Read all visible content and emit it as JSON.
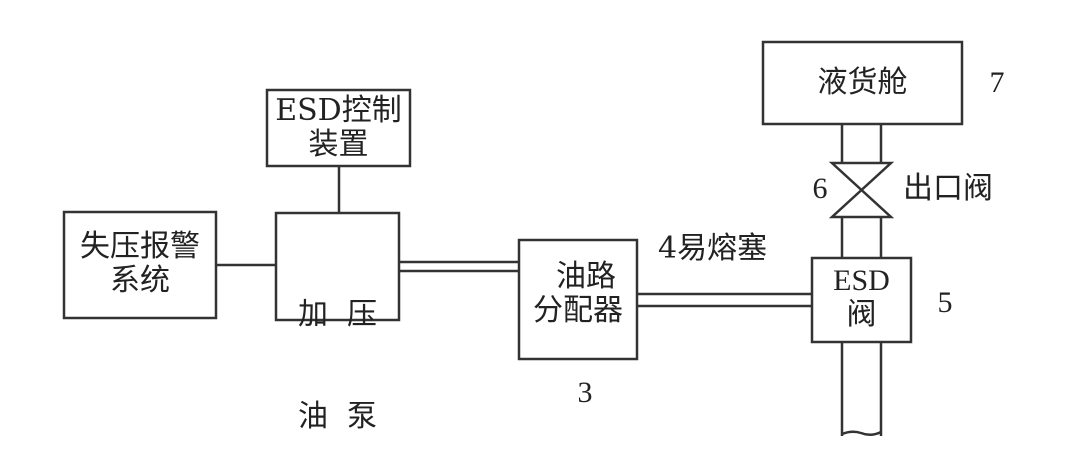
{
  "boxes": {
    "esd_control": {
      "line1": "ESD控制",
      "line2": "装置"
    },
    "alarm": {
      "line1": "失压报警",
      "line2": "系统"
    },
    "pump": {
      "line1": "加  压",
      "line2": "油  泵"
    },
    "distributor": {
      "line1": "油路",
      "line2": "分配器",
      "number": "3"
    },
    "esd_valve": {
      "line1": "ESD",
      "line2": "阀",
      "number": "5"
    },
    "tank": {
      "label": "液货舱",
      "number": "7"
    }
  },
  "labels": {
    "fusible_plug": "4易熔塞",
    "outlet_valve_number": "6",
    "outlet_valve": "出口阀"
  }
}
